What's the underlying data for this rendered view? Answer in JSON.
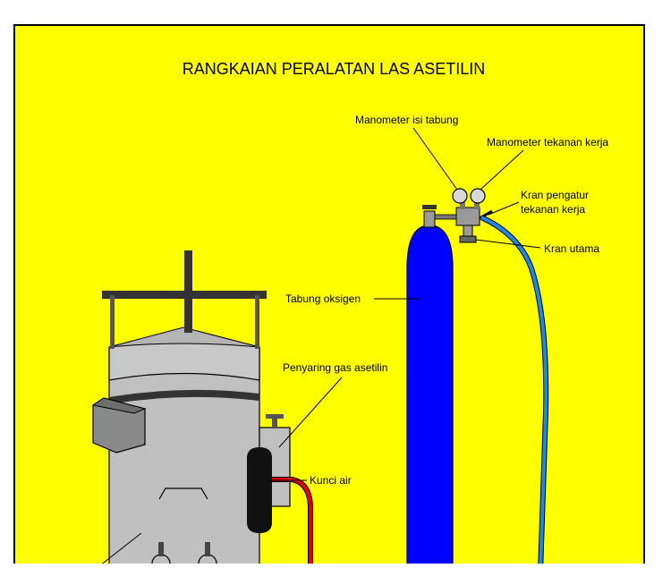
{
  "diagram": {
    "title": "RANGKAIAN PERALATAN LAS ASETILIN",
    "labels": {
      "manometer_isi": "Manometer isi tabung",
      "manometer_kerja": "Manometer tekanan kerja",
      "kran_pengatur_line1": "Kran pengatur",
      "kran_pengatur_line2": "tekanan kerja",
      "kran_utama": "Kran utama",
      "tabung_oksigen": "Tabung oksigen",
      "penyaring": "Penyaring gas asetilin",
      "kunci_air": "Kunci air"
    }
  },
  "colors": {
    "background": "#ffff00",
    "frame": "#000000",
    "oxygen_cylinder": "#0000ff",
    "oxygen_hose": "#1e88e5",
    "acetylene_hose": "#e00000",
    "generator_body": "#c0c0c0",
    "generator_dark": "#8a8a8a",
    "water_lock": "#111111"
  }
}
